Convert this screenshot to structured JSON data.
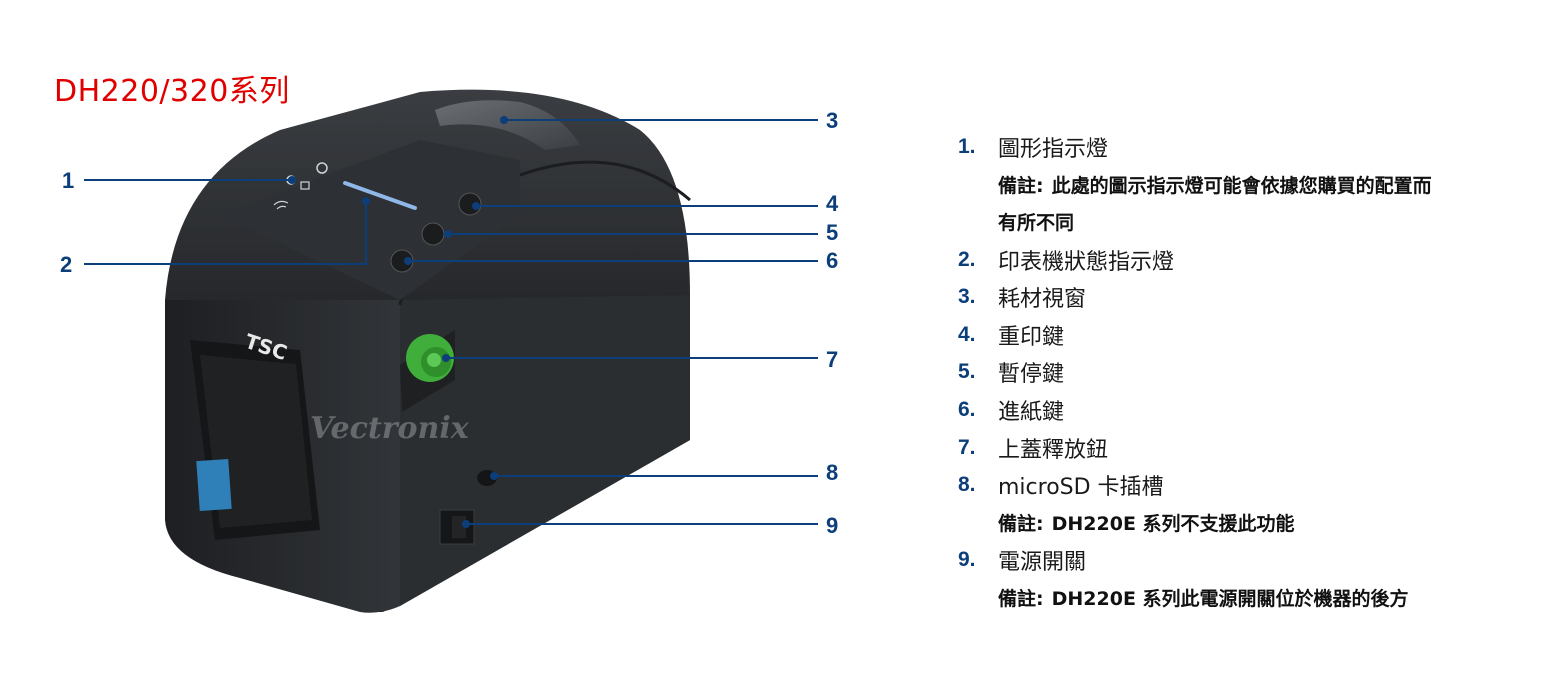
{
  "title": "DH220/320系列",
  "callouts": [
    "1",
    "2",
    "3",
    "4",
    "5",
    "6",
    "7",
    "8",
    "9"
  ],
  "brand_logo": "TSC",
  "watermark": "Vectronix",
  "legend": [
    {
      "num": "1.",
      "label": "圖形指示燈",
      "note": {
        "prefix": "備註:",
        "lines": [
          "此處的圖示指示燈可能會依據您購買的配置而",
          "有所不同"
        ]
      }
    },
    {
      "num": "2.",
      "label": "印表機狀態指示燈"
    },
    {
      "num": "3.",
      "label": "耗材視窗"
    },
    {
      "num": "4.",
      "label": "重印鍵"
    },
    {
      "num": "5.",
      "label": "暫停鍵"
    },
    {
      "num": "6.",
      "label": "進紙鍵"
    },
    {
      "num": "7.",
      "label": "上蓋釋放鈕"
    },
    {
      "num": "8.",
      "label": "microSD 卡插槽",
      "note": {
        "prefix": "備註:",
        "lines": [
          "DH220E 系列不支援此功能"
        ]
      }
    },
    {
      "num": "9.",
      "label": "電源開關",
      "note": {
        "prefix": "備註:",
        "lines": [
          "DH220E 系列此電源開關位於機器的後方"
        ]
      }
    }
  ],
  "colors": {
    "title": "#e00000",
    "callout": "#0c3e7a",
    "printer_body": "#2a2c2f",
    "release_knob": "#3fae3a"
  }
}
